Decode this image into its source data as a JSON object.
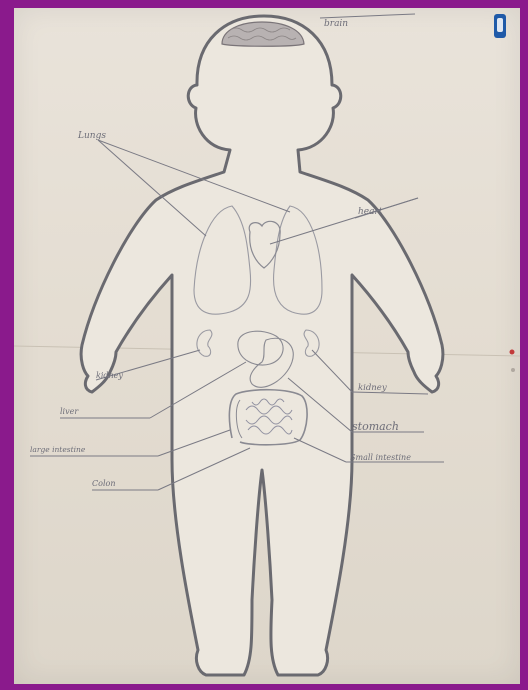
{
  "labels": {
    "brain": "brain",
    "lungs": "Lungs",
    "heart": "heart",
    "kidney_left": "kidney",
    "liver": "liver",
    "large_intestine": "large intestine",
    "colon": "Colon",
    "kidney_right": "kidney",
    "stomach": "stomach",
    "small_intestine": "Small intestine"
  },
  "colors": {
    "frame": "#8a1a8c",
    "paper": "#e6e0d6",
    "outline": "#6a6a70",
    "pencil": "#8a8a92"
  }
}
